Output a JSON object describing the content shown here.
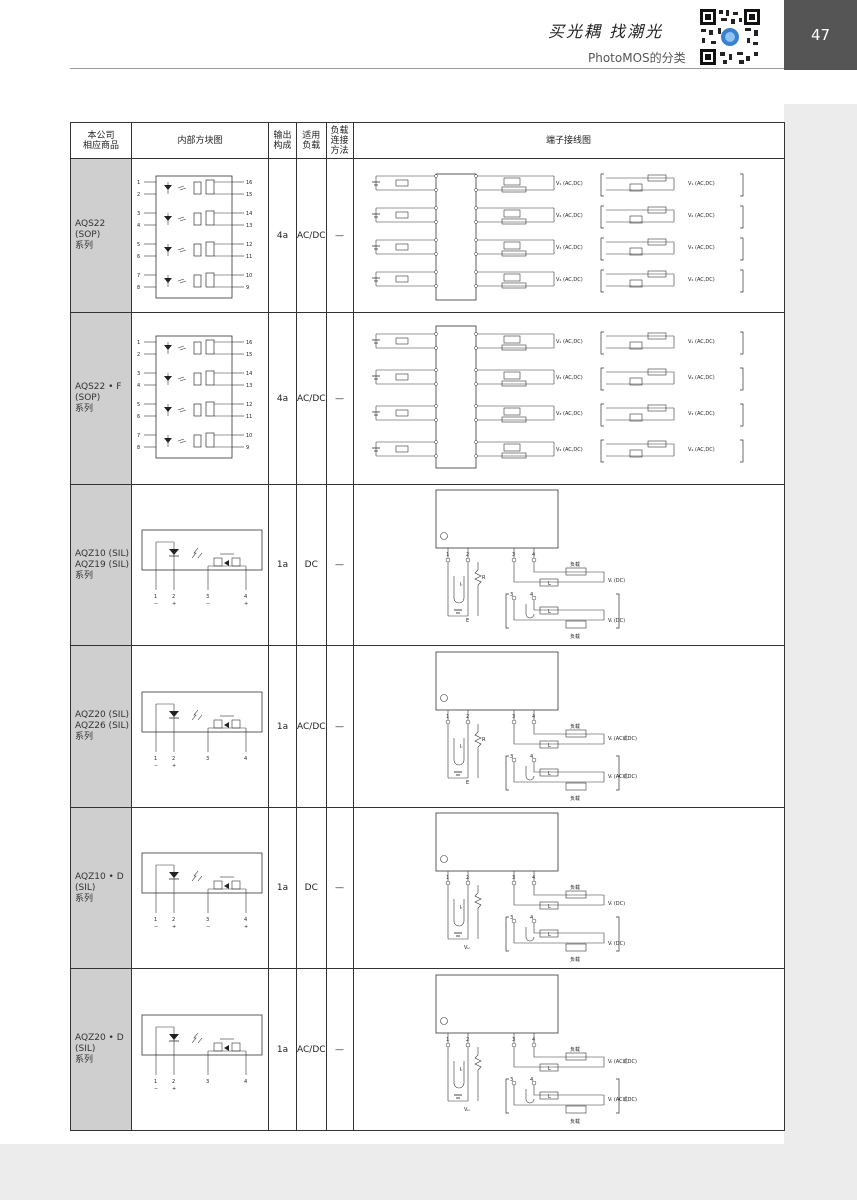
{
  "header": {
    "slogan": "买光耦 找潮光",
    "subtitle": "PhotoMOS的分类",
    "page_number": "47"
  },
  "columns": {
    "product": "本公司\n相应商品",
    "block": "内部方块图",
    "output": "输出\n构成",
    "load": "适用\n负载",
    "method": "负载\n连接\n方法",
    "wiring": "端子接线图"
  },
  "rows": [
    {
      "product": "AQS22 (SOP)\n系列",
      "output": "4a",
      "load": "AC/DC",
      "method": "—"
    },
    {
      "product": "AQS22 • F (SOP)\n系列",
      "output": "4a",
      "load": "AC/DC",
      "method": "—"
    },
    {
      "product": "AQZ10 (SIL)\nAQZ19 (SIL)\n系列",
      "output": "1a",
      "load": "DC",
      "method": "—"
    },
    {
      "product": "AQZ20 (SIL)\nAQZ26 (SIL)\n系列",
      "output": "1a",
      "load": "AC/DC",
      "method": "—"
    },
    {
      "product": "AQZ10 • D (SIL)\n系列",
      "output": "1a",
      "load": "DC",
      "method": "—"
    },
    {
      "product": "AQZ20 • D (SIL)\n系列",
      "output": "1a",
      "load": "AC/DC",
      "method": "—"
    }
  ],
  "diagram_labels": {
    "load": "负载",
    "vl_acdc": "Vₗ (AC,DC)",
    "vl_dc": "Vₗ (DC)",
    "vl_ac_or_dc": "Vₗ (AC或DC)",
    "l": "L",
    "r": "R",
    "e": "E",
    "il": "Iₗ",
    "vin": "Vᵢₙ"
  },
  "sop_pins_left": [
    "1",
    "2",
    "3",
    "4",
    "5",
    "6",
    "7",
    "8"
  ],
  "sop_pins_right": [
    "16",
    "15",
    "14",
    "13",
    "12",
    "11",
    "10",
    "9"
  ],
  "sil_pins": [
    "1",
    "2",
    "3",
    "4"
  ],
  "sil_polarity": [
    "−",
    "+",
    "",
    ""
  ],
  "sil_polarity_dc": [
    "−",
    "+",
    "−",
    "+"
  ]
}
